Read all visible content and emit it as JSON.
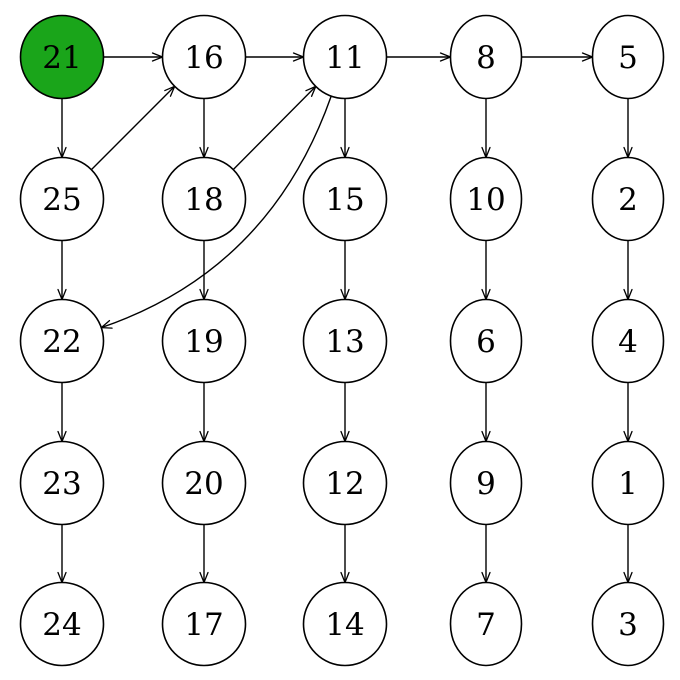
{
  "graph": {
    "highlight_color": "#1aa51a",
    "highlighted_node": "21",
    "rows": [
      [
        "21",
        "16",
        "11",
        "8",
        "5"
      ],
      [
        "25",
        "18",
        "15",
        "10",
        "2"
      ],
      [
        "22",
        "19",
        "13",
        "6",
        "4"
      ],
      [
        "23",
        "20",
        "12",
        "9",
        "1"
      ],
      [
        "24",
        "17",
        "14",
        "7",
        "3"
      ]
    ],
    "edges": [
      {
        "from": "21",
        "to": "16"
      },
      {
        "from": "16",
        "to": "11"
      },
      {
        "from": "11",
        "to": "8"
      },
      {
        "from": "8",
        "to": "5"
      },
      {
        "from": "21",
        "to": "25"
      },
      {
        "from": "25",
        "to": "16"
      },
      {
        "from": "16",
        "to": "18"
      },
      {
        "from": "18",
        "to": "11"
      },
      {
        "from": "11",
        "to": "15"
      },
      {
        "from": "11",
        "to": "22",
        "curved": true
      },
      {
        "from": "8",
        "to": "10"
      },
      {
        "from": "5",
        "to": "2"
      },
      {
        "from": "25",
        "to": "22"
      },
      {
        "from": "18",
        "to": "19"
      },
      {
        "from": "15",
        "to": "13"
      },
      {
        "from": "10",
        "to": "6"
      },
      {
        "from": "2",
        "to": "4"
      },
      {
        "from": "22",
        "to": "23"
      },
      {
        "from": "19",
        "to": "20"
      },
      {
        "from": "13",
        "to": "12"
      },
      {
        "from": "6",
        "to": "9"
      },
      {
        "from": "4",
        "to": "1"
      },
      {
        "from": "23",
        "to": "24"
      },
      {
        "from": "20",
        "to": "17"
      },
      {
        "from": "12",
        "to": "14"
      },
      {
        "from": "9",
        "to": "7"
      },
      {
        "from": "1",
        "to": "3"
      }
    ]
  }
}
